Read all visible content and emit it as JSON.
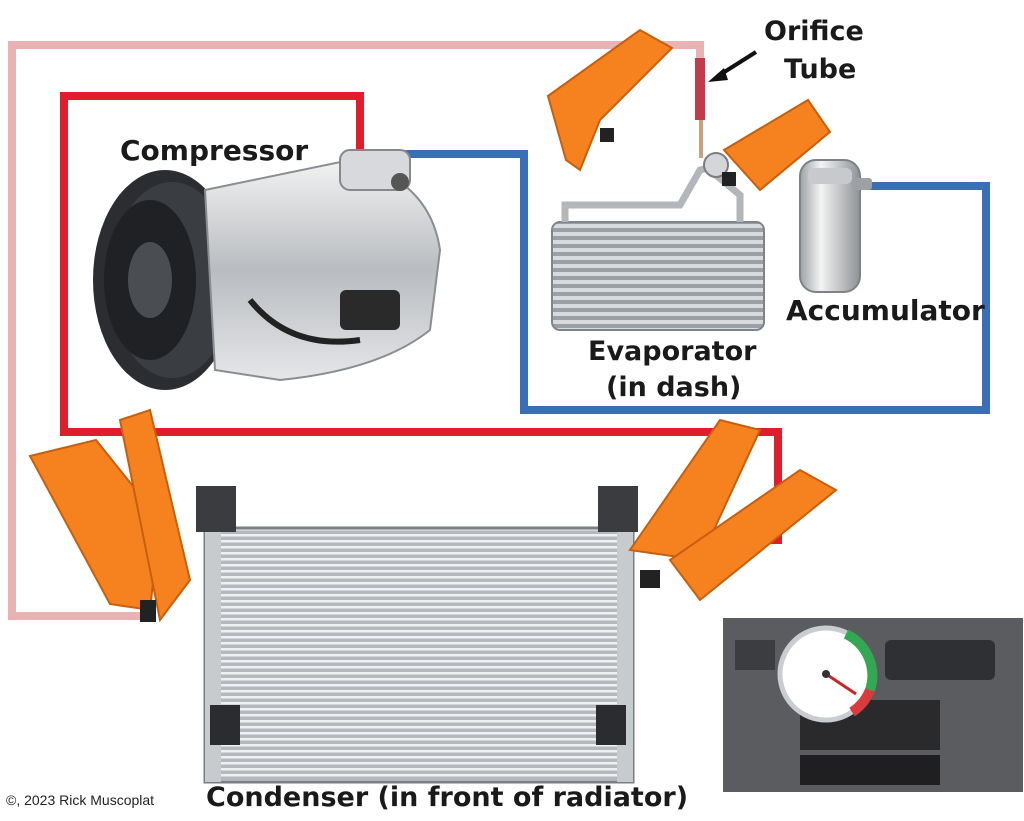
{
  "labels": {
    "compressor": "Compressor",
    "orifice_line1": "Orifice",
    "orifice_line2": "Tube",
    "evaporator_line1": "Evaporator",
    "evaporator_line2": "(in dash)",
    "accumulator": "Accumulator",
    "condenser": "Condenser (in front of radiator)"
  },
  "copyright": "©, 2023 Rick Muscoplat",
  "colors": {
    "high_pressure_line": "#e01e2b",
    "low_pressure_line": "#3a6fb8",
    "liquid_line": "#e9b3b5",
    "clamp": "#f5821f",
    "arrow": "#111111"
  },
  "icons": [
    "compressor-icon",
    "evaporator-icon",
    "accumulator-icon",
    "condenser-icon",
    "orifice-tube-icon",
    "temperature-gauge-icon",
    "clamp-icon"
  ]
}
